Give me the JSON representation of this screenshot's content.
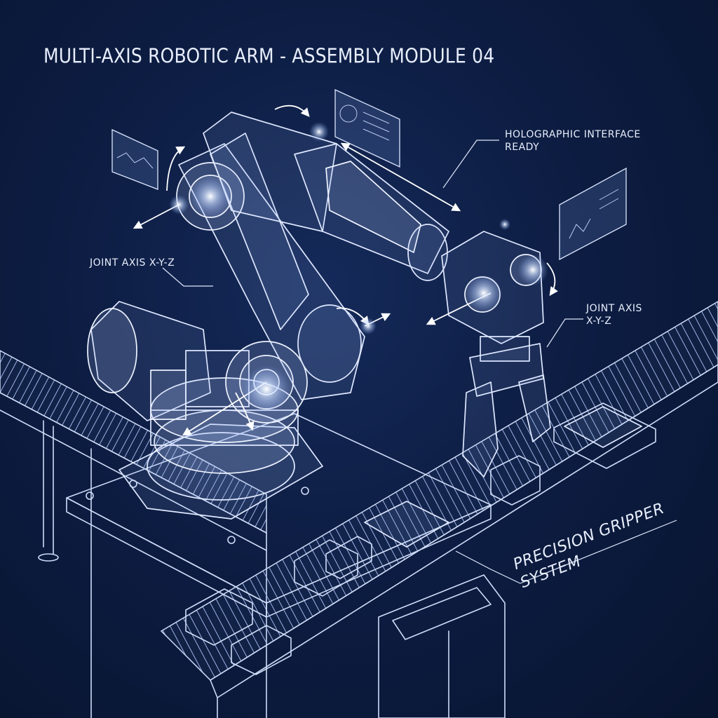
{
  "title": "MULTI-AXIS ROBOTIC ARM - ASSEMBLY MODULE 04",
  "labels": {
    "holographic": "HOLOGRAPHIC INTERFACE\nREADY",
    "joint_left": "JOINT AXIS X-Y-Z",
    "joint_right": "JOINT AXIS\nX-Y-Z",
    "gripper": "PRECISION GRIPPER SYSTEM"
  },
  "colors": {
    "background": "#0d1d43",
    "line": "#cfdcf8",
    "highlight": "#ffffff"
  }
}
